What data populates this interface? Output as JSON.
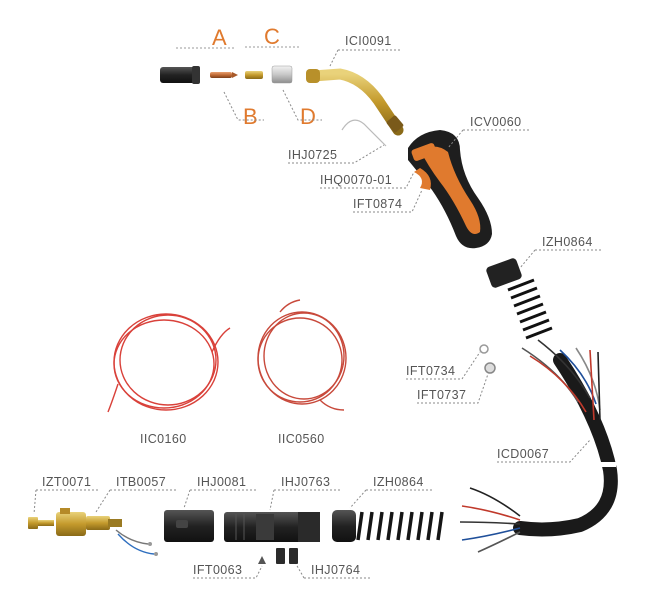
{
  "letters": {
    "a": "A",
    "b": "B",
    "c": "C",
    "d": "D"
  },
  "labels": {
    "ici0091": "ICI0091",
    "icv0060": "ICV0060",
    "ihj0725": "IHJ0725",
    "ihq0070": "IHQ0070-01",
    "ift0874": "IFT0874",
    "izh0864_top": "IZH0864",
    "ift0734": "IFT0734",
    "ift0737": "IFT0737",
    "icd0067": "ICD0067",
    "iic0160": "IIC0160",
    "iic0560": "IIC0560",
    "izt0071": "IZT0071",
    "itb0057": "ITB0057",
    "ihj0081": "IHJ0081",
    "ihj0763": "IHJ0763",
    "izh0864_bottom": "IZH0864",
    "ift0063": "IFT0063",
    "ihj0764": "IHJ0764"
  },
  "colors": {
    "accent_orange": "#e07a2e",
    "handle_black": "#1e1e1e",
    "brass": "#c9a43a",
    "liner_red": "#d9413a"
  }
}
